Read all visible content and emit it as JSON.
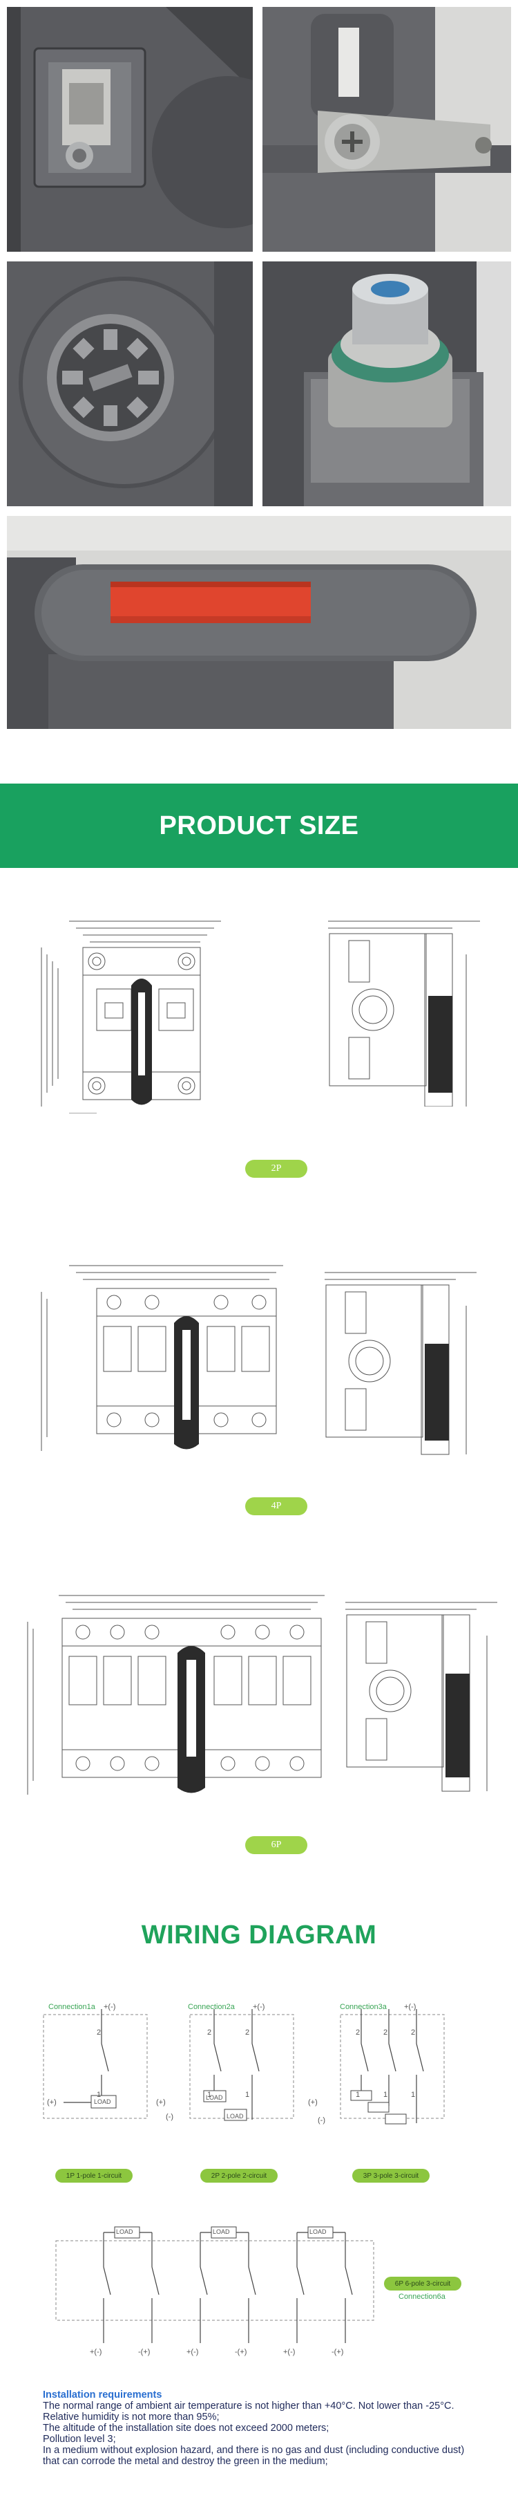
{
  "sections": {
    "product_size_title": "PRODUCT SIZE",
    "wiring_title": "WIRING DIAGRAM"
  },
  "dimension_labels": {
    "p2": "2P",
    "p4": "4P",
    "p6": "6P"
  },
  "wiring": {
    "connections": {
      "c1": "Connection1a",
      "c2": "Connection2a",
      "c3": "Connection3a",
      "c6": "Connection6a"
    },
    "labels": {
      "plus": "+(-)",
      "plus_paren": "(+)",
      "minus_paren": "(-)",
      "load": "LOAD",
      "pole1": "1",
      "pole2": "2"
    },
    "pills": {
      "p1": "1P 1-pole 1-circuit",
      "p2": "2P 2-pole 2-circuit",
      "p3": "3P 3-pole 3-circuit",
      "p6": "6P 6-pole 3-circuit"
    },
    "bottom_terms": [
      "+(-)",
      "-(+)",
      "+(-)",
      "-(+)",
      "+(-)",
      "-(+)"
    ]
  },
  "installation": {
    "heading": "Installation requirements",
    "lines": [
      "The normal range of ambient air temperature is not higher than +40°C. Not lower than -25°C.",
      "Relative humidity is not more than 95%;",
      "The altitude of the installation site does not exceed 2000 meters;",
      "Pollution level 3;",
      "In a medium without explosion hazard, and there is no gas and dust (including conductive dust)",
      "that can corrode the metal and destroy the green in the medium;"
    ]
  },
  "colors": {
    "brand_green": "#19a15f",
    "title_green": "#1fa35b",
    "pill_green": "#9fd44a",
    "photo_gray": "#5b5c60",
    "handle_red": "#e0452e"
  },
  "icons": {
    "photo1": "transparent-terminal-cover-photo",
    "photo2": "screw-terminal-bracket-photo",
    "photo3": "rotary-switch-cam-photo",
    "photo4": "bolt-terminal-photo",
    "photo5": "red-window-handle-photo"
  }
}
